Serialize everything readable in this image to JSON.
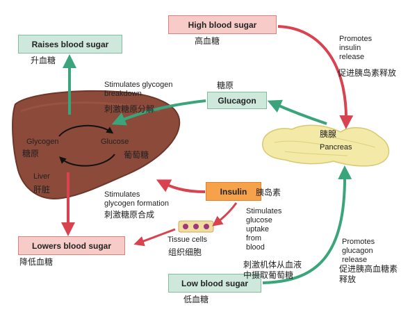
{
  "boxes": {
    "high_blood_sugar": "High blood sugar",
    "raises_blood_sugar": "Raises blood sugar",
    "glucagon": "Glucagon",
    "insulin": "Insulin",
    "lowers_blood_sugar": "Lowers blood sugar",
    "low_blood_sugar": "Low blood sugar"
  },
  "labels": {
    "promotes_insulin_release": "Promotes\ninsulin\nrelease",
    "stimulates_glycogen_breakdown": "Stimulates glycogen\nbreakdown",
    "glycogen": "Glycogen",
    "glucose": "Glucose",
    "liver": "Liver",
    "pancreas": "Pancreas",
    "stimulates_glycogen_formation": "Stimulates\nglycogen formation",
    "tissue_cells": "Tissue cells",
    "stimulates_glucose_uptake": "Stimulates\nglucose\nuptake\nfrom\nblood",
    "promotes_glucagon_release": "Promotes\nglucagon\nrelease"
  },
  "zh": {
    "high_blood_sugar": "高血糖",
    "raises_blood_sugar": "升血糖",
    "promotes_insulin_release": "促进胰岛素释放",
    "glucagon": "糖原",
    "stimulates_glycogen_breakdown": "刺激糖原分解",
    "pancreas": "胰腺",
    "glycogen": "糖原",
    "glucose": "葡萄糖",
    "liver": "肝脏",
    "insulin": "胰岛素",
    "stimulates_glycogen_formation": "刺激糖原合成",
    "lowers_blood_sugar": "降低血糖",
    "tissue_cells": "组织细胞",
    "stimulates_glucose_uptake": "刺激机体从血液\n中摄取葡萄糖",
    "promotes_glucagon_release": "促进胰高血糖素\n释放",
    "low_blood_sugar": "低血糖"
  },
  "colors": {
    "red_arrow": "#d9434f",
    "green_arrow": "#3aa57a",
    "liver": "#8b4a3a",
    "pancreas": "#f4eaa8",
    "insulin_box": "#f6a24a"
  }
}
